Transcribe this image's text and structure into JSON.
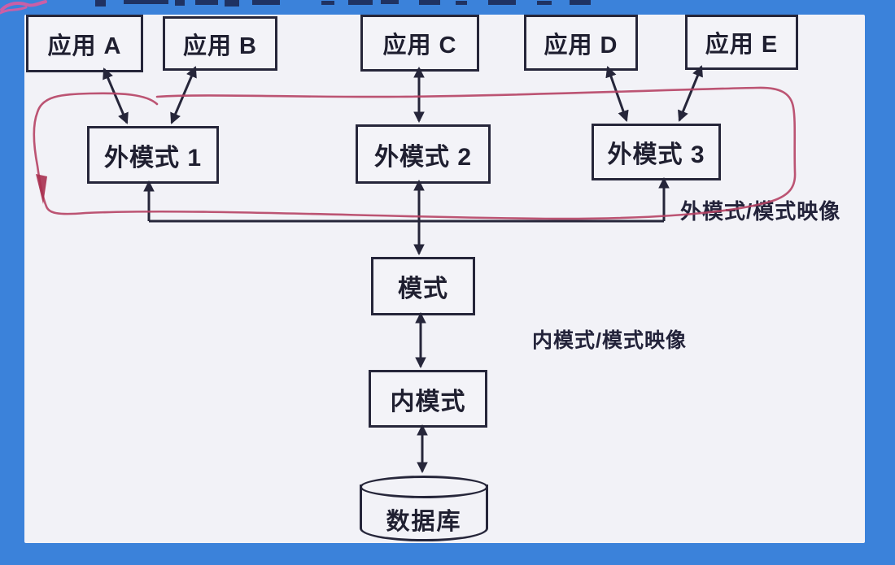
{
  "slide": {
    "applications": [
      {
        "label": "应用 A"
      },
      {
        "label": "应用 B"
      },
      {
        "label": "应用 C"
      },
      {
        "label": "应用 D"
      },
      {
        "label": "应用 E"
      }
    ],
    "external_schemas": [
      {
        "label": "外模式 1"
      },
      {
        "label": "外模式 2"
      },
      {
        "label": "外模式 3"
      }
    ],
    "schema_label": "模式",
    "internal_schema_label": "内模式",
    "database_label": "数据库",
    "external_mapping_label": "外模式/模式映像",
    "internal_mapping_label": "内模式/模式映像"
  },
  "colors": {
    "frame_blue": "#3b82da",
    "slide_background": "#f2f2f7",
    "line_and_border": "#26263a",
    "annotation_red": "#b64264",
    "scribble_pink": "#cb5fa6"
  }
}
